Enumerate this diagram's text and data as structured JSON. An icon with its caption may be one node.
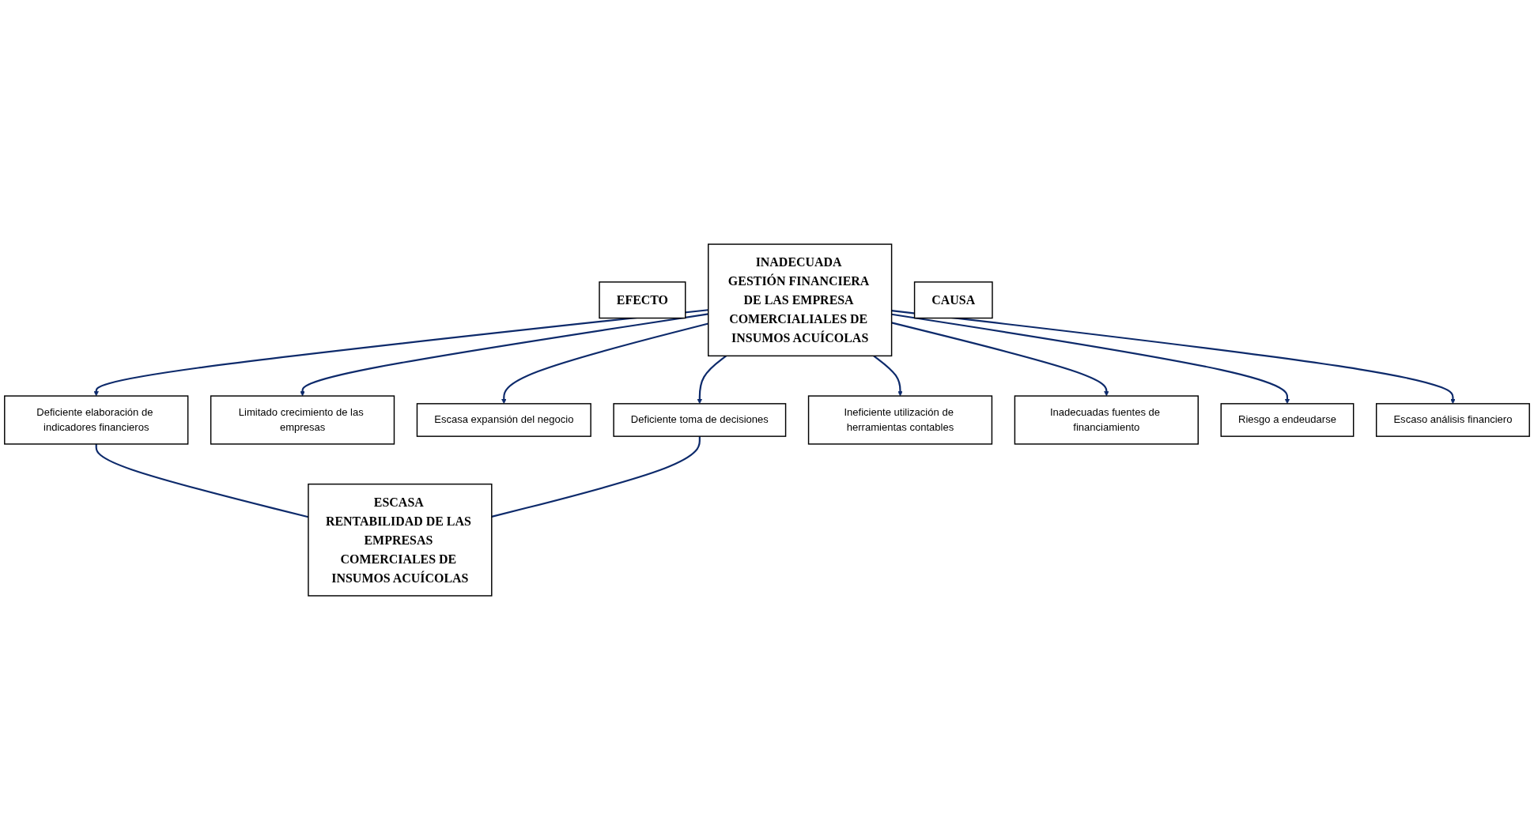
{
  "diagram": {
    "nodes": [
      {
        "text": [
          "EFECTO"
        ]
      },
      {
        "text": [
          "ESCASA RENTABILIDAD DE LAS EMPRESAS COMERCIALES DE INSUMOS ACUÍCOLAS"
        ]
      },
      {
        "text": [
          "Deficiente elaboración de indicadores financieros"
        ]
      },
      {
        "text": [
          "Limitado crecimiento de las empresas"
        ]
      },
      {
        "text": [
          "Escasa expansión del negocio"
        ]
      },
      {
        "text": [
          "Deficiente toma de decisiones"
        ]
      },
      {
        "text": [
          "INADECUADA GESTIÓN FINANCIERA DE LAS EMPRESA COMERCIALIALES DE INSUMOS ACUÍCOLAS"
        ]
      },
      {
        "text": [
          "CAUSA"
        ]
      },
      {
        "text": [
          "Ineficiente utilización de herramientas contables"
        ]
      },
      {
        "text": [
          "Inadecuadas fuentes de financiamiento"
        ]
      },
      {
        "text": [
          "Riesgo a endeudarse"
        ]
      },
      {
        "text": [
          "Escaso análisis financiero"
        ]
      }
    ],
    "edges": [
      {
        "from": 2,
        "to": 1,
        "arrow": "none"
      },
      {
        "from": 5,
        "to": 1,
        "arrow": "none"
      },
      {
        "from": 6,
        "to": 2,
        "arrow": "to"
      },
      {
        "from": 6,
        "to": 3,
        "arrow": "to"
      },
      {
        "from": 6,
        "to": 4,
        "arrow": "to"
      },
      {
        "from": 6,
        "to": 5,
        "arrow": "to"
      },
      {
        "from": 6,
        "to": 8,
        "arrow": "to"
      },
      {
        "from": 6,
        "to": 9,
        "arrow": "to"
      },
      {
        "from": 6,
        "to": 10,
        "arrow": "to"
      },
      {
        "from": 6,
        "to": 11,
        "arrow": "to"
      }
    ]
  }
}
